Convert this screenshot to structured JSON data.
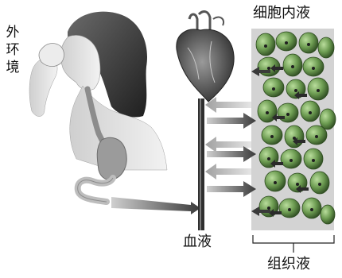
{
  "labels": {
    "external_environment": "外环境",
    "intracellular_fluid": "细胞内液",
    "blood": "血液",
    "tissue_fluid": "组织液"
  },
  "colors": {
    "cell_fill": "#5a8a44",
    "cell_highlight": "#9ccf7a",
    "vessel": "#3a3a3a",
    "arrow": "#3f3f3f",
    "arrow_light": "#a9a9a9",
    "skin": "#d9d9d9",
    "hair": "#3b3b3b"
  },
  "icons": {
    "person": "person-drinking-icon",
    "heart": "heart-icon",
    "stomach": "stomach-icon",
    "tissue": "cell-cluster-icon"
  }
}
